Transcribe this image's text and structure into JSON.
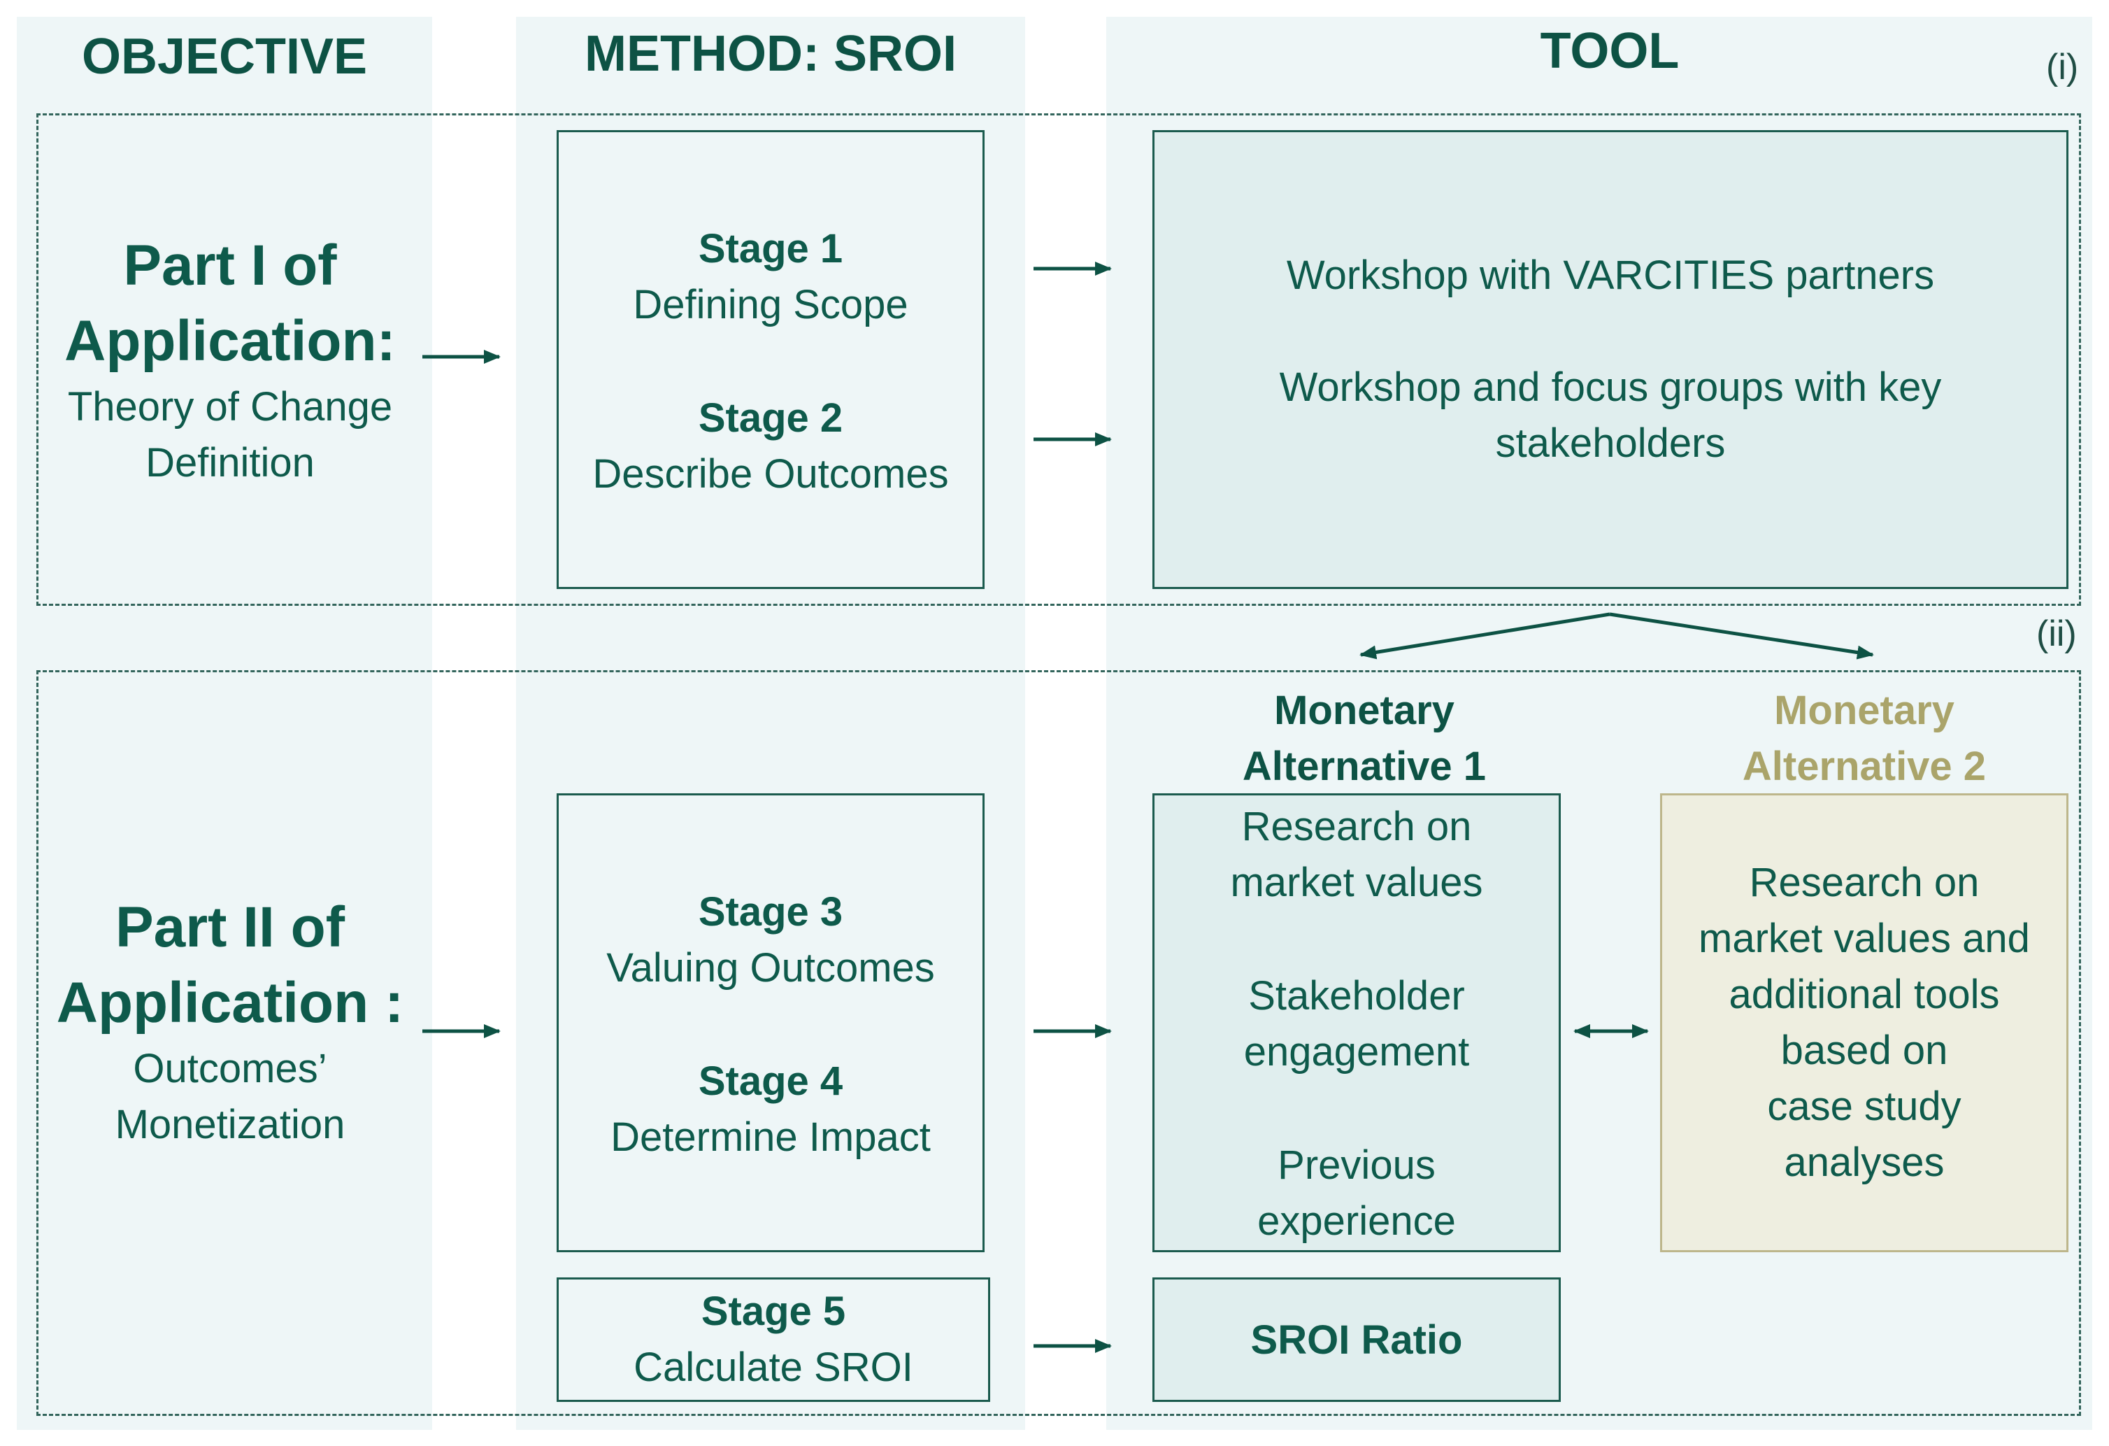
{
  "headers": {
    "objective": "OBJECTIVE",
    "method": "METHOD: SROI",
    "tool": "TOOL"
  },
  "markers": {
    "part1": "(i)",
    "part2": "(ii)"
  },
  "part1": {
    "title_line1": "Part I of",
    "title_line2": "Application:",
    "subtitle_line1": "Theory of Change",
    "subtitle_line2": "Definition",
    "stages": [
      {
        "title": "Stage 1",
        "desc": "Defining Scope"
      },
      {
        "title": "Stage 2",
        "desc": "Describe Outcomes"
      }
    ],
    "tool_line1": "Workshop with VARCITIES partners",
    "tool_line2": "Workshop and focus groups with key",
    "tool_line3": "stakeholders"
  },
  "part2": {
    "title_line1": "Part II of",
    "title_line2": "Application :",
    "subtitle_line1": "Outcomes’",
    "subtitle_line2": "Monetization",
    "stages": [
      {
        "title": "Stage 3",
        "desc": "Valuing Outcomes"
      },
      {
        "title": "Stage 4",
        "desc": "Determine Impact"
      },
      {
        "title": "Stage 5",
        "desc": "Calculate SROI"
      }
    ],
    "alt1": {
      "head_line1": "Monetary",
      "head_line2": "Alternative 1",
      "items": [
        "Research on",
        "market values",
        "Stakeholder",
        "engagement",
        "Previous",
        "experience"
      ]
    },
    "alt2": {
      "head_line1": "Monetary",
      "head_line2": "Alternative 2",
      "items": [
        "Research on",
        "market values and",
        "additional tools",
        "based on",
        "case study",
        "analyses"
      ]
    },
    "result": "SROI Ratio"
  },
  "colors": {
    "primary": "#0e5a4b",
    "alt2_text": "#aaa46a",
    "alt2_border": "#bdb68b",
    "column_bg": "#eef6f7"
  }
}
